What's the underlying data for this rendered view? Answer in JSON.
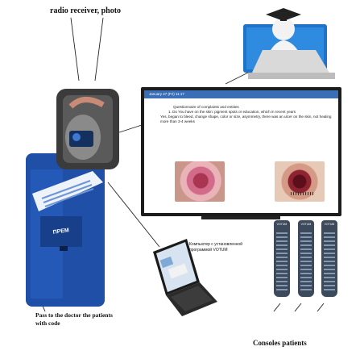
{
  "labels": {
    "top": "radio receiver, photo",
    "pass_line1": "Pass to the doctor the patients",
    "pass_line2": "with code",
    "consoles": "Consoles patients",
    "laptop_line1": "Компьютер с установленной",
    "laptop_line2": "программой VOTUM"
  },
  "tv": {
    "header": "January 27 (Fri) 11:17",
    "questionnaire": {
      "title": "Questionnaire of complaints and entities",
      "line1": "1. Do You have on the skin: pigment spots or education, which in recent years",
      "line2": "Yes, began to bleed, change shape, color or size, asymmetry, there was an ulcer on the skin, not healing more than 3-4 weeks"
    }
  },
  "remotes": {
    "brand": "VOTUM"
  },
  "kiosk": {
    "brand": "ПРЕМ"
  }
}
